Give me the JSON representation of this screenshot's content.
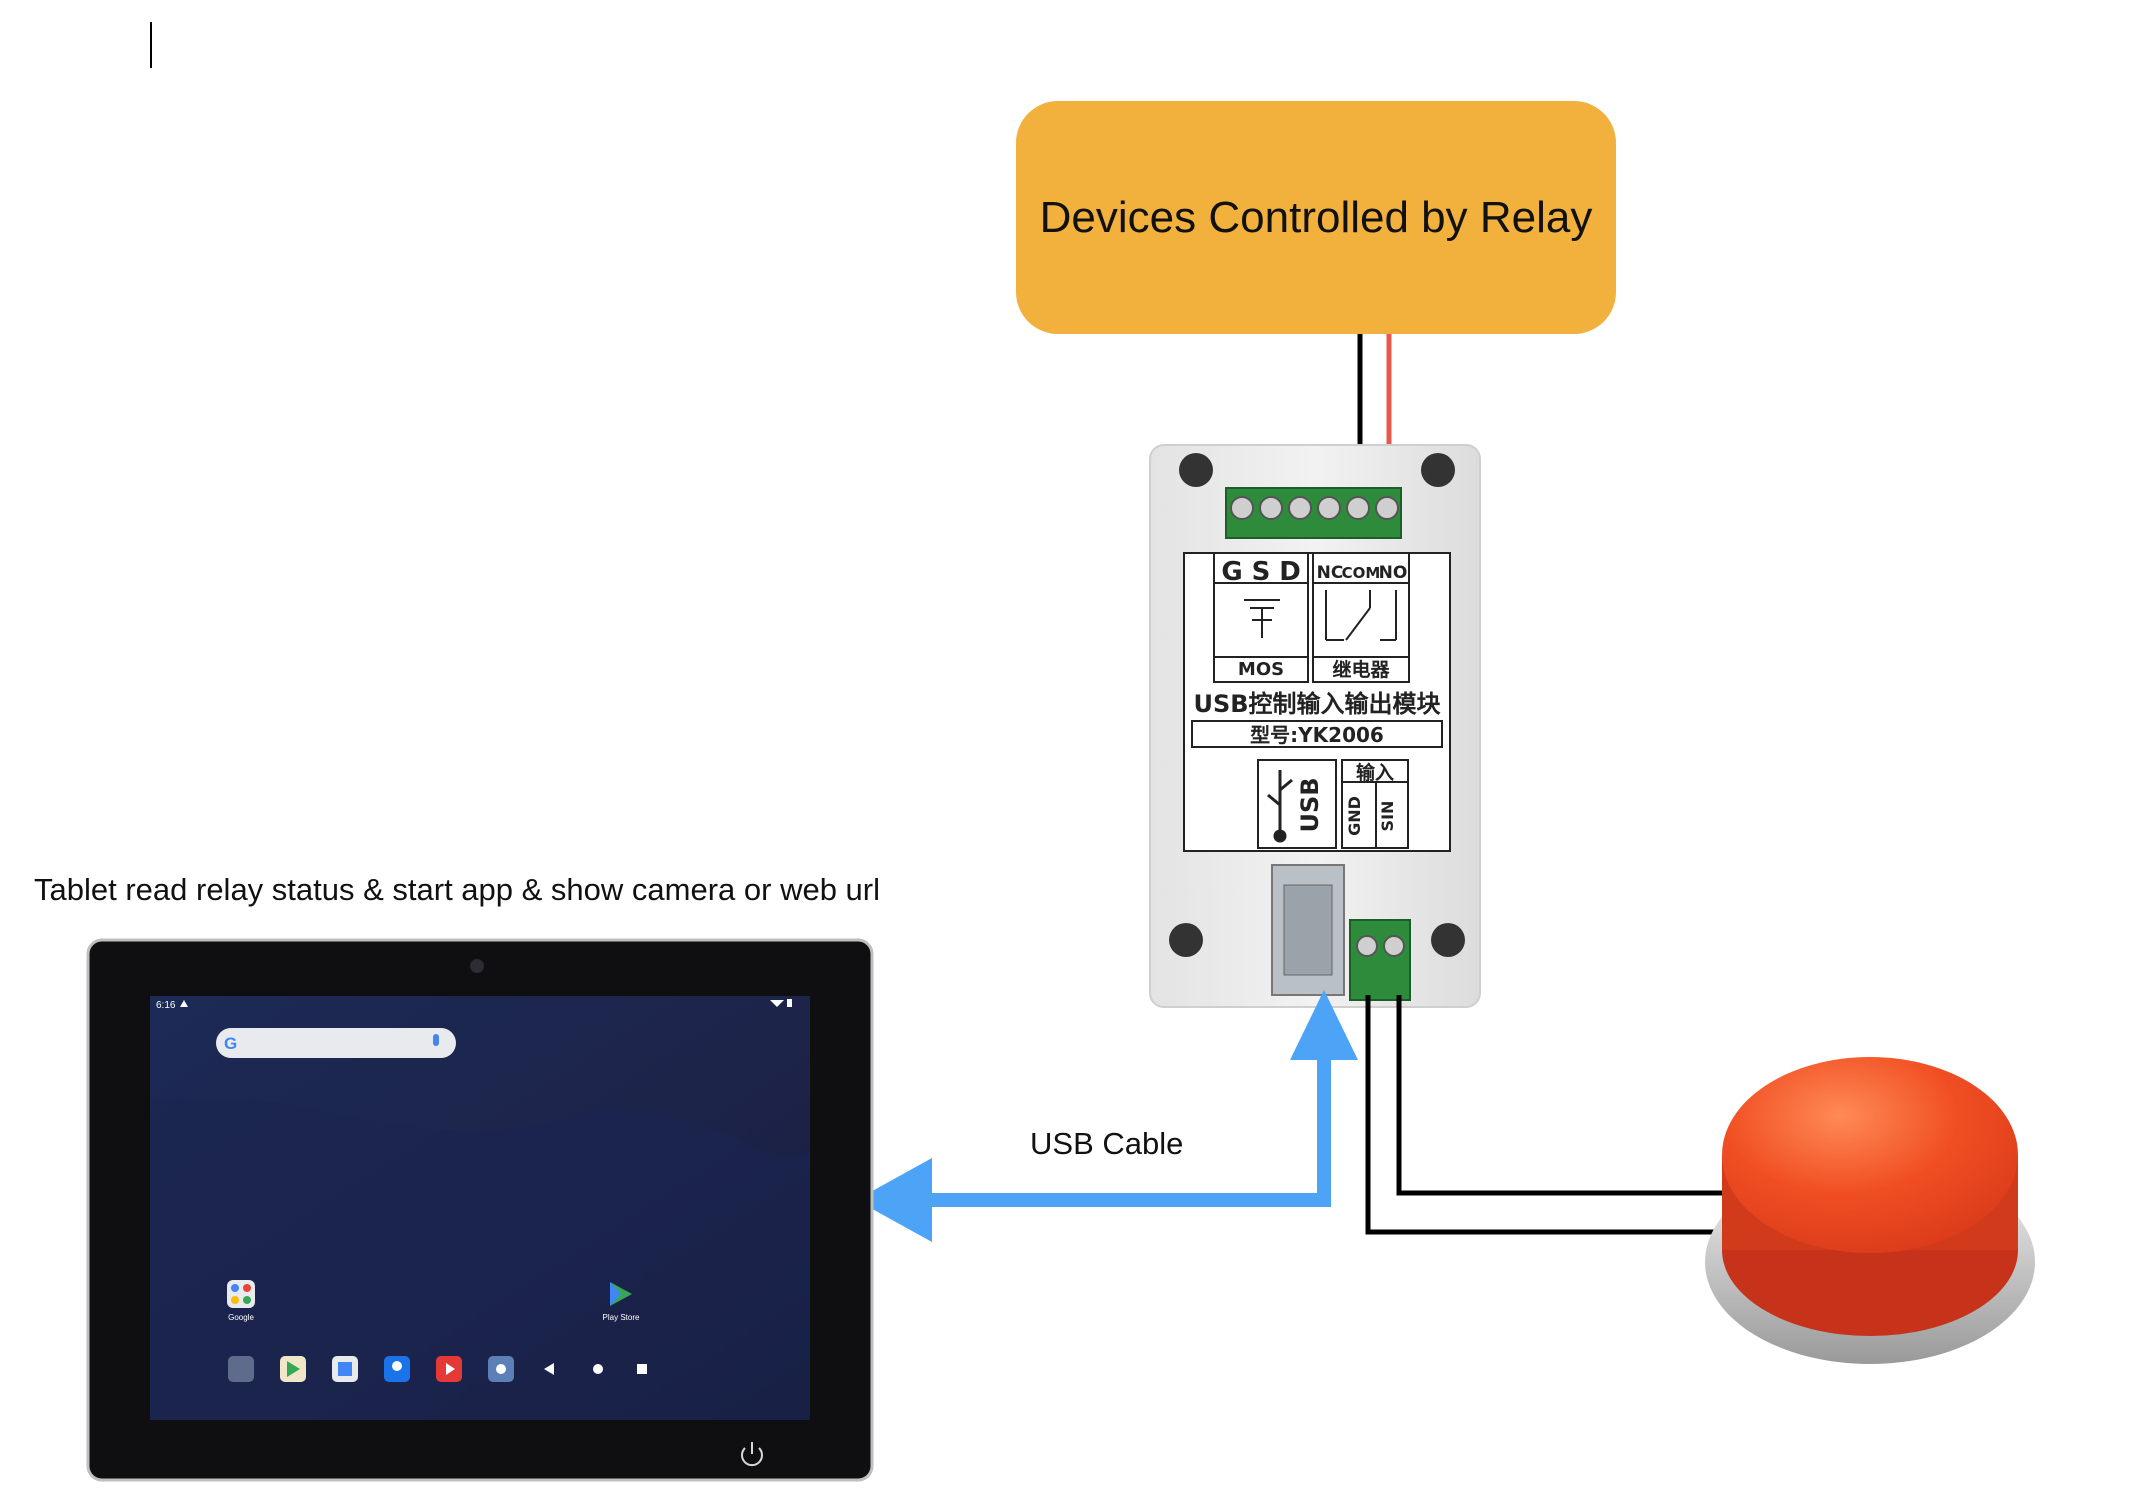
{
  "devices_box": {
    "label": "Devices Controlled by Relay",
    "color": "#f2b13c"
  },
  "tablet_caption": "Tablet read relay status & start app & show camera or web url",
  "usb_caption": "USB Cable",
  "relay_module": {
    "mos_pins": [
      "G",
      "S",
      "D"
    ],
    "relay_pins": [
      "NC",
      "COM",
      "NO"
    ],
    "mos_label": "MOS",
    "relay_label": "继电器",
    "title": "USB控制输入输出模块",
    "model": "型号:YK2006",
    "usb_label": "USB",
    "input_label": "输入",
    "input_pins": [
      "GND",
      "SIN"
    ]
  },
  "tablet": {
    "time": "6:16",
    "desktop_icons": [
      "Google",
      "Play Store"
    ],
    "dock_icons": [
      "settings-icon",
      "play-store-icon",
      "calendar-icon",
      "contacts-icon",
      "youtube-icon",
      "camera-icon"
    ],
    "nav_icons": [
      "back-icon",
      "home-icon",
      "recents-icon"
    ]
  },
  "colors": {
    "usb_arrow": "#4da3f5",
    "button_red": "#e8431f",
    "wire_red": "#e8594c"
  }
}
